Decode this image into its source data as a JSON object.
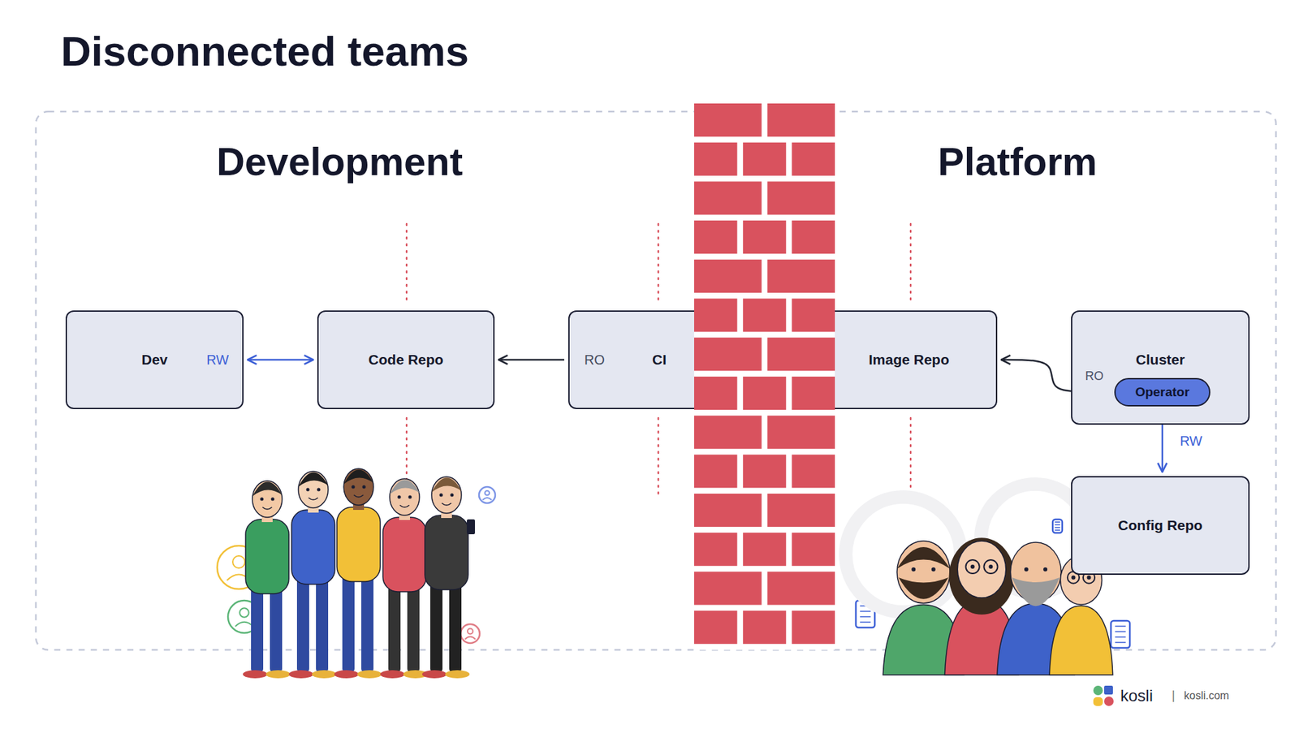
{
  "diagram": {
    "title": "Disconnected teams",
    "nodes": [
      {
        "text": [
          "Dev",
          "RW"
        ]
      },
      {
        "text": [
          "Code Repo"
        ]
      },
      {
        "text": [
          "RO",
          "CI"
        ]
      },
      {
        "text": [
          "Image Repo"
        ]
      },
      {
        "text": [
          "Cluster",
          "RO"
        ]
      },
      {
        "text": [
          "Operator"
        ],
        "in": 4
      },
      {
        "text": [
          "Config Repo"
        ]
      }
    ],
    "edges": [
      {
        "from": 0,
        "to": 1,
        "arrow": "both"
      },
      {
        "from": 2,
        "to": 1,
        "arrow": "to"
      },
      {
        "from": 5,
        "to": 3,
        "arrow": "to"
      },
      {
        "from": 5,
        "to": 6,
        "label": "RW",
        "arrow": "both"
      }
    ],
    "labels": [
      "Development",
      "Platform",
      "kosli",
      "|",
      "kosli.com"
    ]
  }
}
